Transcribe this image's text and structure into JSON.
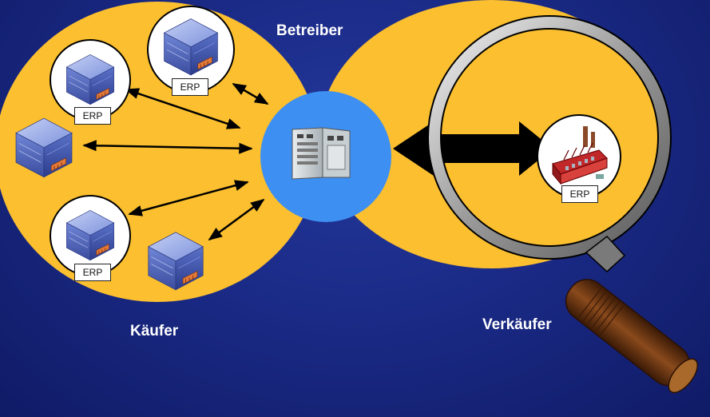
{
  "labels": {
    "operator": "Betreiber",
    "buyers": "Käufer",
    "seller": "Verkäufer"
  },
  "erp_tags": [
    "ERP",
    "ERP",
    "ERP",
    "ERP"
  ],
  "colors": {
    "background": "#1a2a86",
    "circle_fill": "#fbbf2f",
    "hub": "#3d8ff2",
    "arrow": "#000000",
    "server_block": "#5a72c8",
    "factory": "#c0282a",
    "magnifier_handle": "#6b3410"
  },
  "icons": [
    "server-block-icon",
    "server-rack-icon",
    "factory-icon",
    "magnifying-glass-icon"
  ]
}
